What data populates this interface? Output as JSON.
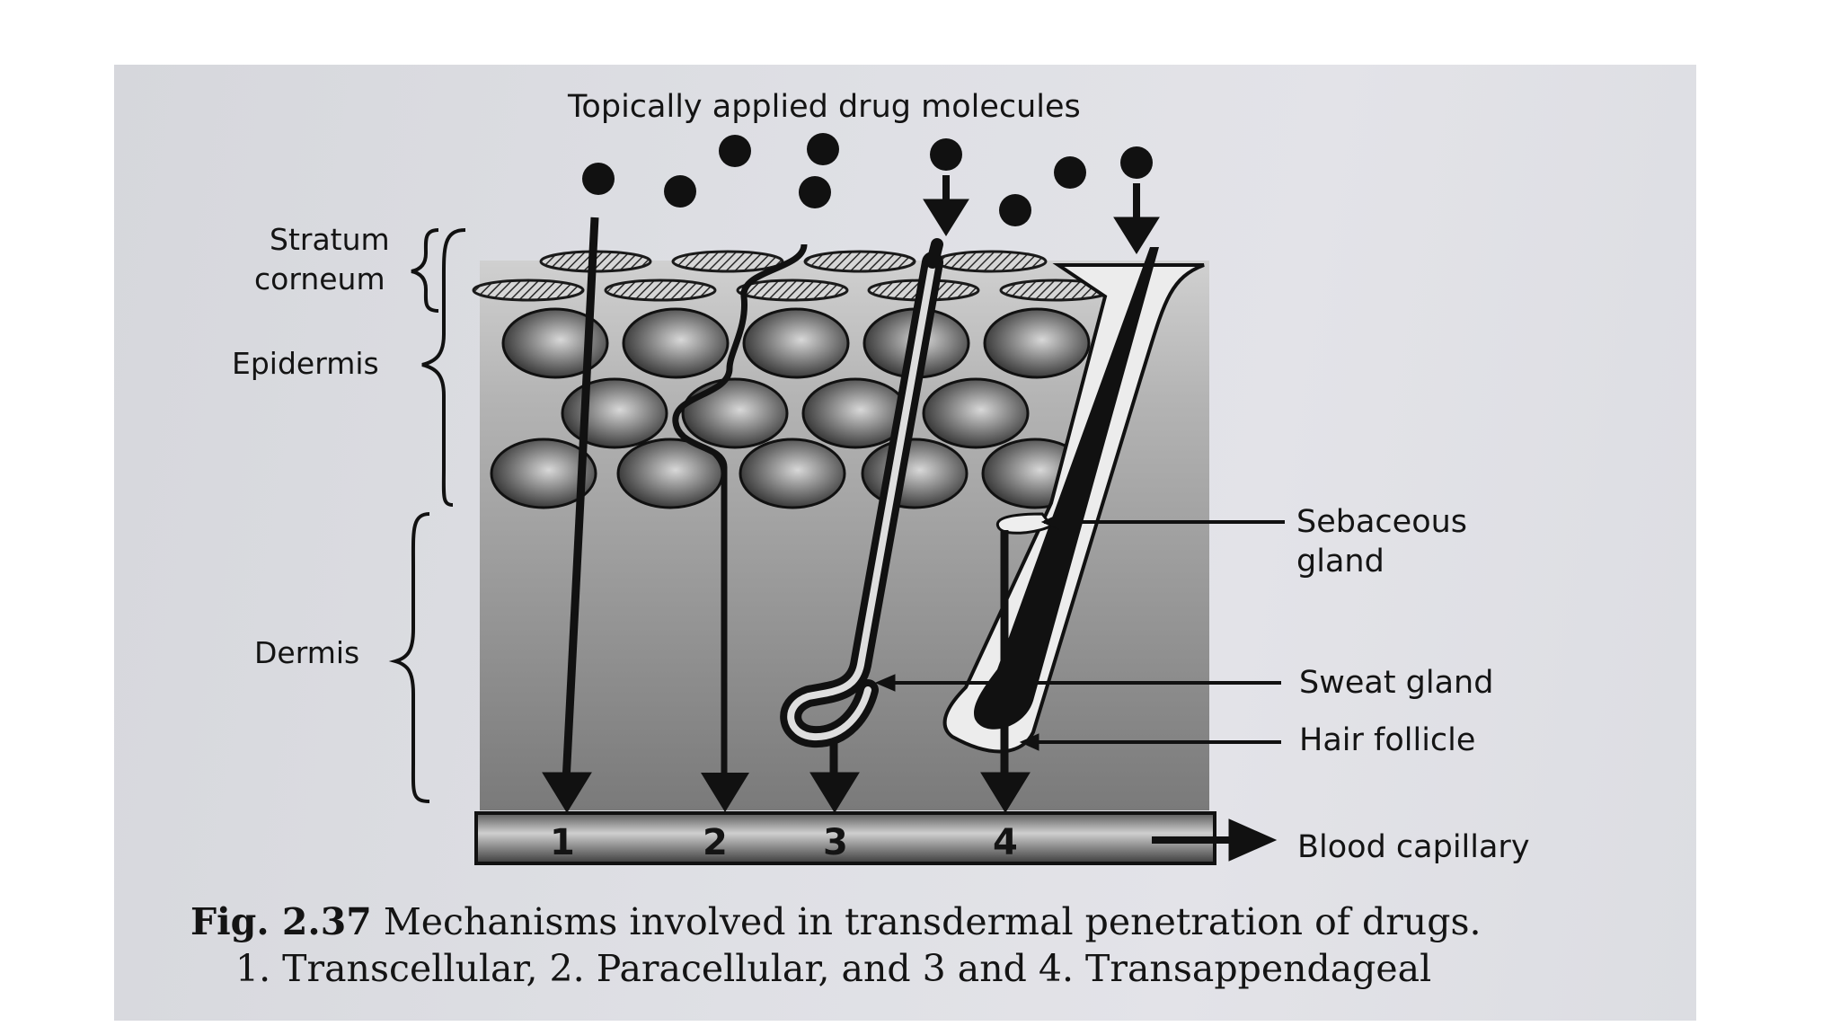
{
  "title": "Topically applied drug molecules",
  "labels": {
    "stratum_corneum_line1": "Stratum",
    "stratum_corneum_line2": "corneum",
    "epidermis": "Epidermis",
    "dermis": "Dermis",
    "sebaceous_gland_line1": "Sebaceous",
    "sebaceous_gland_line2": "gland",
    "sweat_gland": "Sweat gland",
    "hair_follicle": "Hair follicle",
    "blood_capillary": "Blood capillary"
  },
  "pathways": [
    "1",
    "2",
    "3",
    "4"
  ],
  "caption": {
    "figure_number": "Fig. 2.37",
    "line1": "Mechanisms involved in transdermal penetration of drugs.",
    "line2": "1. Transcellular, 2. Paracellular, and 3 and 4. Transappendageal"
  },
  "colors": {
    "page_background": "#dfe0e5",
    "ink": "#141414",
    "cell": "#6a6a6a",
    "dermis_shade": "#8a8a8a"
  }
}
